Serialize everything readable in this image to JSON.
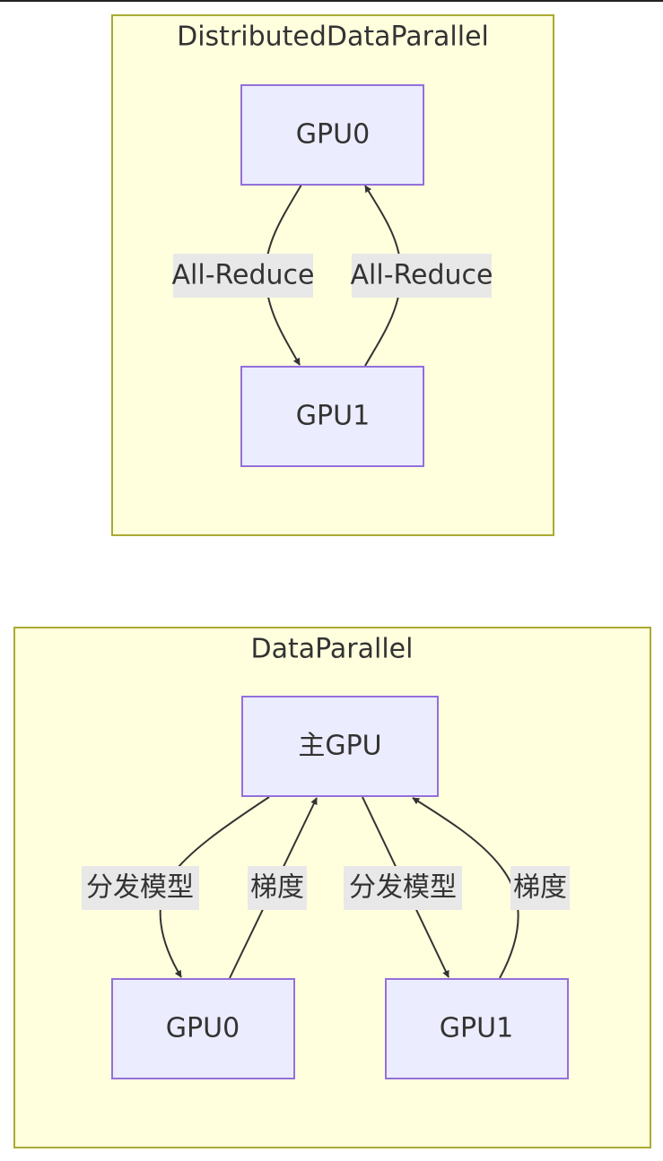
{
  "clusters": {
    "ddp": {
      "title": "DistributedDataParallel"
    },
    "dp": {
      "title": "DataParallel"
    }
  },
  "nodes": {
    "ddp_gpu0": "GPU0",
    "ddp_gpu1": "GPU1",
    "dp_main": "主GPU",
    "dp_gpu0": "GPU0",
    "dp_gpu1": "GPU1"
  },
  "edges": {
    "ddp_down": "All-Reduce",
    "ddp_up": "All-Reduce",
    "dp_dist0": "分发模型",
    "dp_grad0": "梯度",
    "dp_dist1": "分发模型",
    "dp_grad1": "梯度"
  },
  "colors": {
    "cluster_fill": "#ffffde",
    "cluster_stroke": "#aaaa33",
    "node_fill": "#ececff",
    "node_stroke": "#9370db",
    "edge": "#333333",
    "edge_label_bg": "#e8e8e8"
  }
}
